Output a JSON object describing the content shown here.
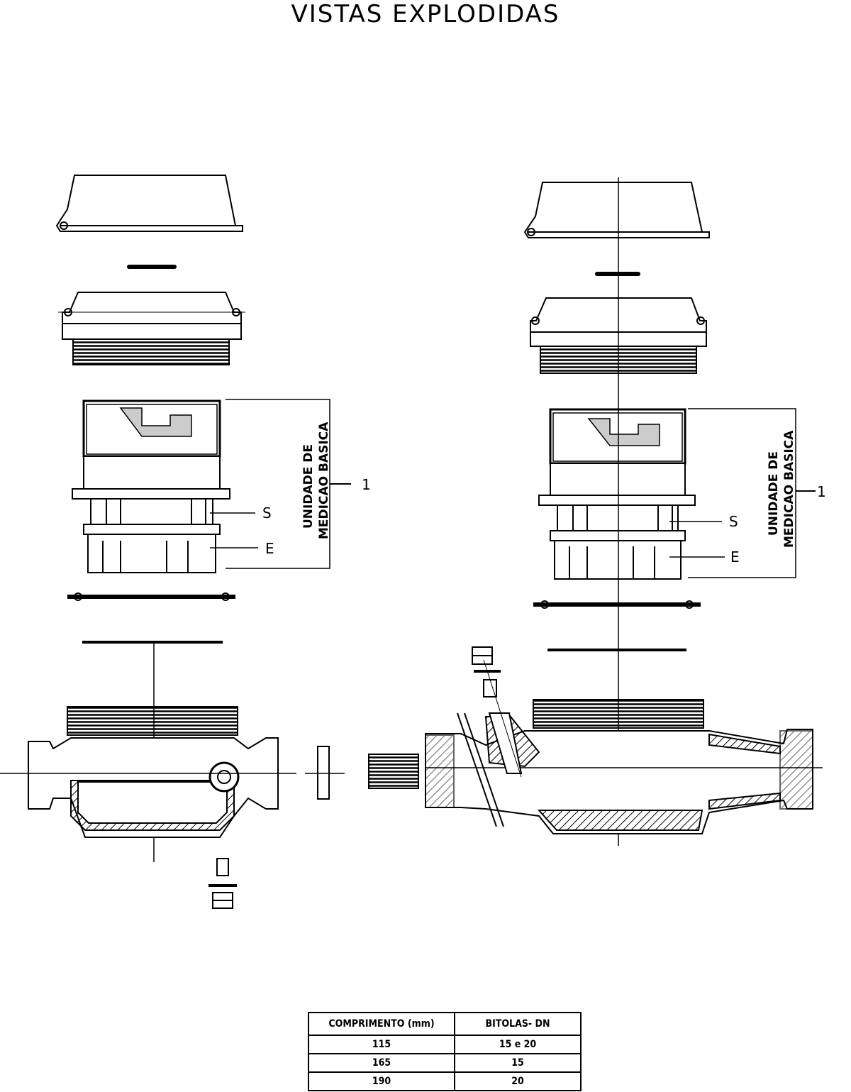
{
  "title": "VISTAS  EXPLODIDAS",
  "left_view": {
    "group_label_line1": "UNIDADE DE",
    "group_label_line2": "MEDICAO BASICA",
    "group_number": "1",
    "label_s": "S",
    "label_e": "E"
  },
  "right_view": {
    "group_label_line1": "UNIDADE DE",
    "group_label_line2": "MEDICAO BASICA",
    "group_number": "1",
    "label_s": "S",
    "label_e": "E"
  },
  "spec_table": {
    "headers": [
      "COMPRIMENTO (mm)",
      "BITOLAS- DN"
    ],
    "rows": [
      [
        "115",
        "15 e 20"
      ],
      [
        "165",
        "15"
      ],
      [
        "190",
        "20"
      ]
    ]
  }
}
